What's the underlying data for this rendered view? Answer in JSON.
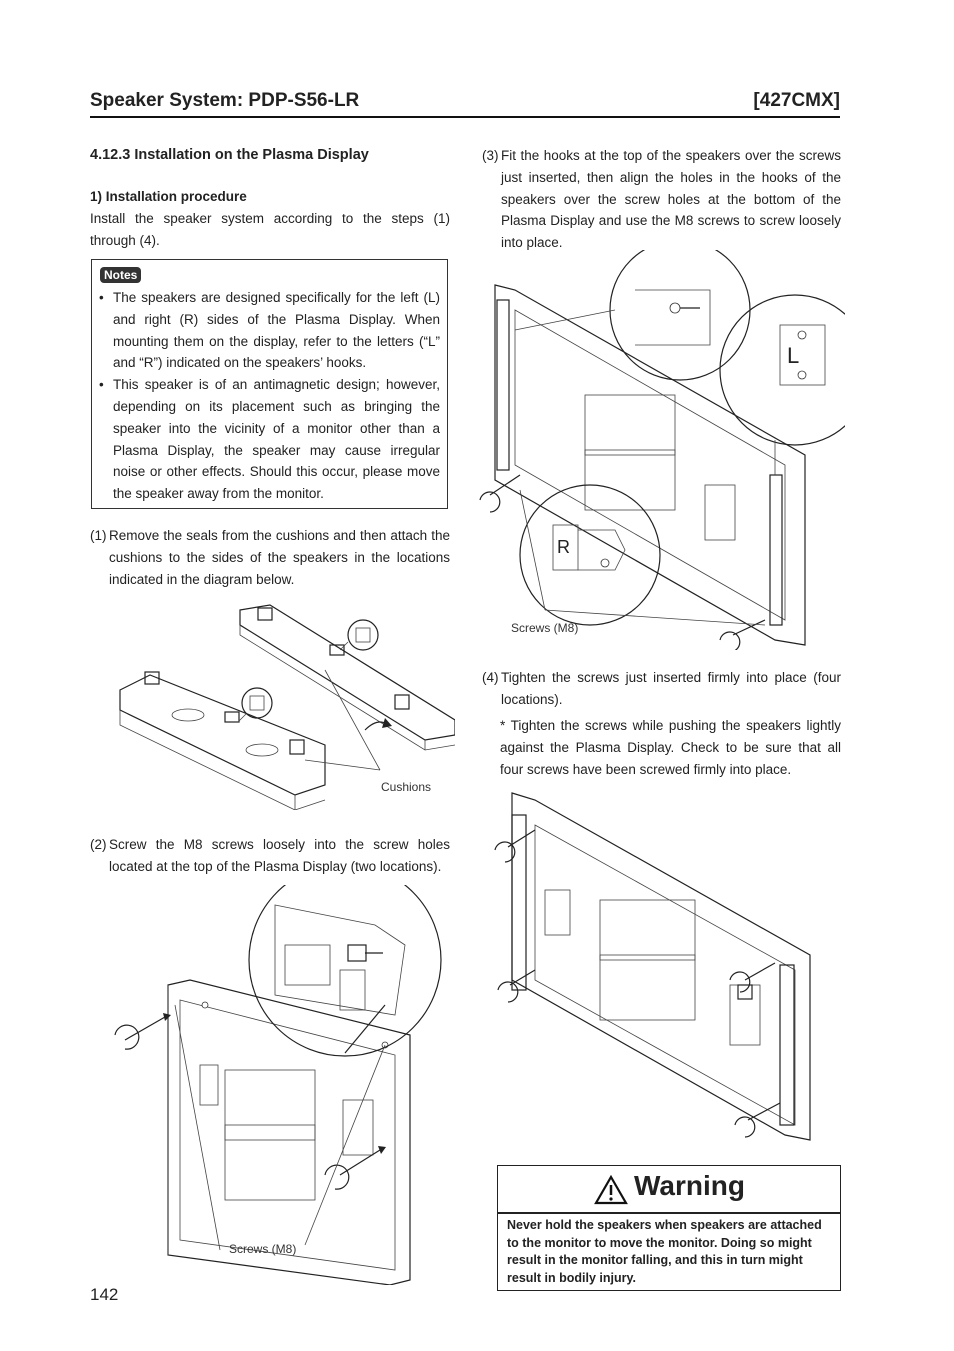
{
  "header": {
    "title": "Speaker System: PDP-S56-LR",
    "code": "[427CMX]"
  },
  "section": {
    "title": "4.12.3 Installation on the Plasma Display",
    "subtitle": "1) Installation procedure",
    "intro": "Install the speaker system according to the steps (1) through (4)."
  },
  "notes": {
    "badge": "Notes",
    "items": [
      "The speakers are designed specifically for the left (L) and right (R) sides of the Plasma Display. When mounting them on the display, refer to the letters (“L” and “R”) indicated on the speakers’ hooks.",
      "This speaker is of an antimagnetic design; however, depending on its placement such as bringing the speaker into the vicinity of a monitor other than a Plasma Display, the speaker may cause irregular noise or other effects. Should this occur, please move the speaker away from the monitor."
    ]
  },
  "steps": {
    "s1_num": "(1)",
    "s1": "Remove the seals from the cushions and then attach the cushions to the sides of the speakers in the locations indicated in the diagram below.",
    "s2_num": "(2)",
    "s2": "Screw the M8 screws loosely into the screw holes located at the top of the Plasma Display (two locations).",
    "s3_num": "(3)",
    "s3": "Fit the hooks at the top of the speakers over the screws just inserted, then align the holes in the hooks of the speakers over the screw holes at the bottom of the Plasma Display and use the M8 screws to screw loosely into place.",
    "s4_num": "(4)",
    "s4": "Tighten the screws just inserted firmly into place (four locations).",
    "s4_note": "* Tighten the screws while pushing the speakers lightly against the Plasma Display. Check to be sure that all four screws have been screwed firmly into place."
  },
  "figures": {
    "cushions_label": "Cushions",
    "screws_label_left": "Screws (M8)",
    "screws_label_right": "Screws (M8)",
    "hook_letter_l": "L",
    "hook_letter_r": "R"
  },
  "warning": {
    "title": "Warning",
    "text": "Never hold the speakers when speakers are attached to the monitor to move the monitor. Doing so might result in the monitor falling, and this in turn might result in bodily injury."
  },
  "page_number": "142"
}
